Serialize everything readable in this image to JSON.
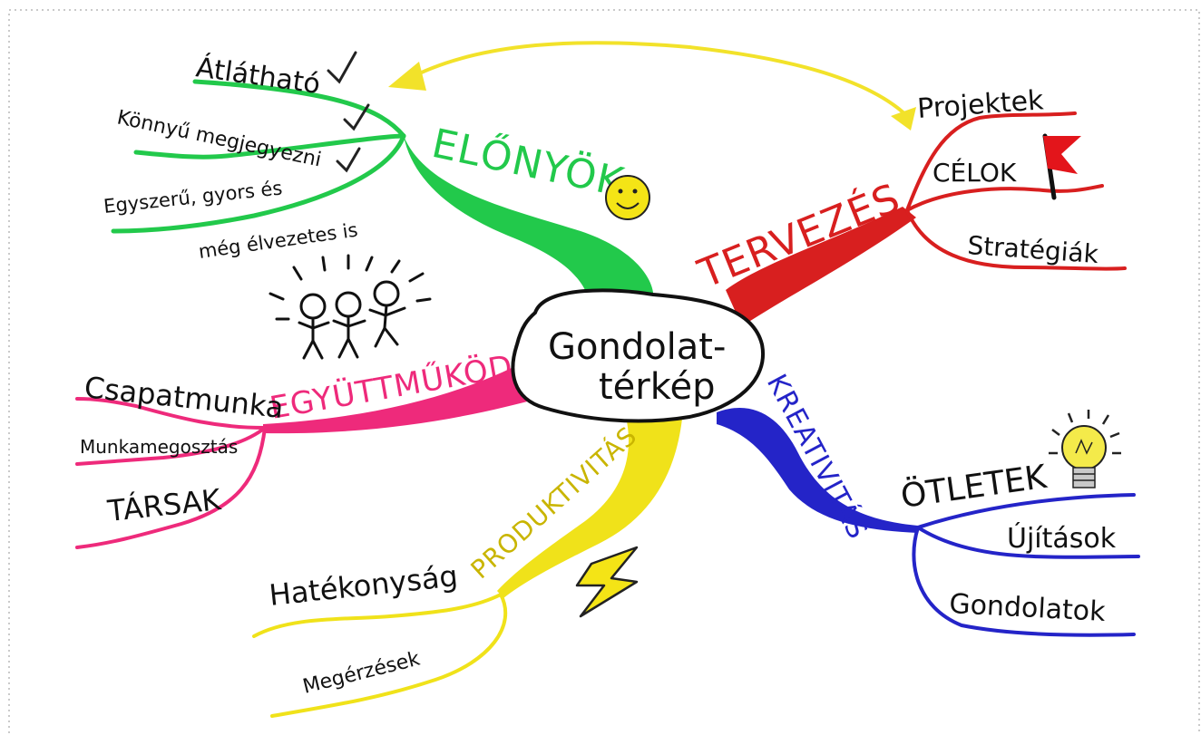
{
  "center": {
    "line1": "Gondolat-",
    "line2": "térkép"
  },
  "branches": {
    "elonyok": {
      "label": "ELŐNYÖK",
      "color": "#22c94b",
      "items": [
        "Átlátható",
        "Könnyű megjegyezni",
        "Egyszerű, gyors és",
        "még élvezetes is"
      ]
    },
    "tervezes": {
      "label": "TERVEZÉS",
      "color": "#d81f1f",
      "items": [
        "Projektek",
        "CÉLOK",
        "Stratégiák"
      ]
    },
    "kreativitas": {
      "label": "KREATIVITÁS",
      "color": "#2424c8",
      "items": [
        "ÖTLETEK",
        "Újítások",
        "Gondolatok"
      ]
    },
    "produktivitas": {
      "label": "PRODUKTIVITÁS",
      "color": "#f0e21a",
      "items": [
        "Hatékonyság",
        "Megérzések"
      ]
    },
    "egyuttmukodes": {
      "label": "EGYÜTTMŰKÖDÉS",
      "color": "#ee2a7b",
      "items": [
        "Csapatmunka",
        "Munkamegosztás",
        "TÁRSAK"
      ]
    }
  },
  "icons": [
    "checkmark-icon",
    "smiley-icon",
    "flag-icon",
    "lightbulb-icon",
    "lightning-icon",
    "stick-figures-icon",
    "arrow-icon"
  ],
  "colors": {
    "border": "#b8b8b8",
    "ink": "#111111",
    "arrow": "#f2e22a",
    "bulb": "#f4ea4a",
    "flag": "#e3151b"
  }
}
